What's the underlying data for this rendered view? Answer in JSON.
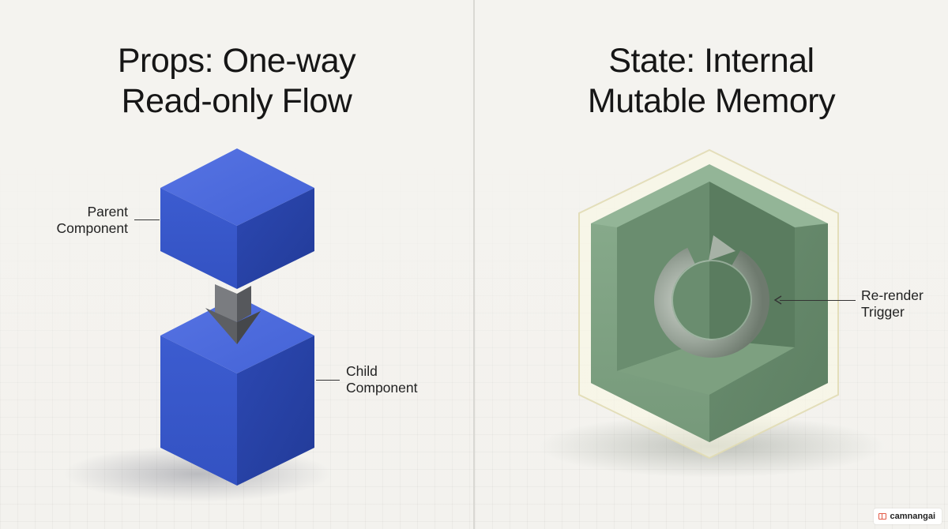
{
  "left_panel": {
    "title_line1": "Props: One-way",
    "title_line2": "Read-only Flow",
    "parent_label_line1": "Parent",
    "parent_label_line2": "Component",
    "child_label_line1": "Child",
    "child_label_line2": "Component"
  },
  "right_panel": {
    "title_line1": "State: Internal",
    "title_line2": "Mutable Memory",
    "trigger_label_line1": "Re-render",
    "trigger_label_line2": "Trigger"
  },
  "watermark": {
    "text": "camnangai",
    "icon": "book-icon"
  },
  "colors": {
    "props_cube": "#3f5fd0",
    "state_cube": "#7fa383",
    "arrow": "#5f6165",
    "text": "#161616"
  }
}
